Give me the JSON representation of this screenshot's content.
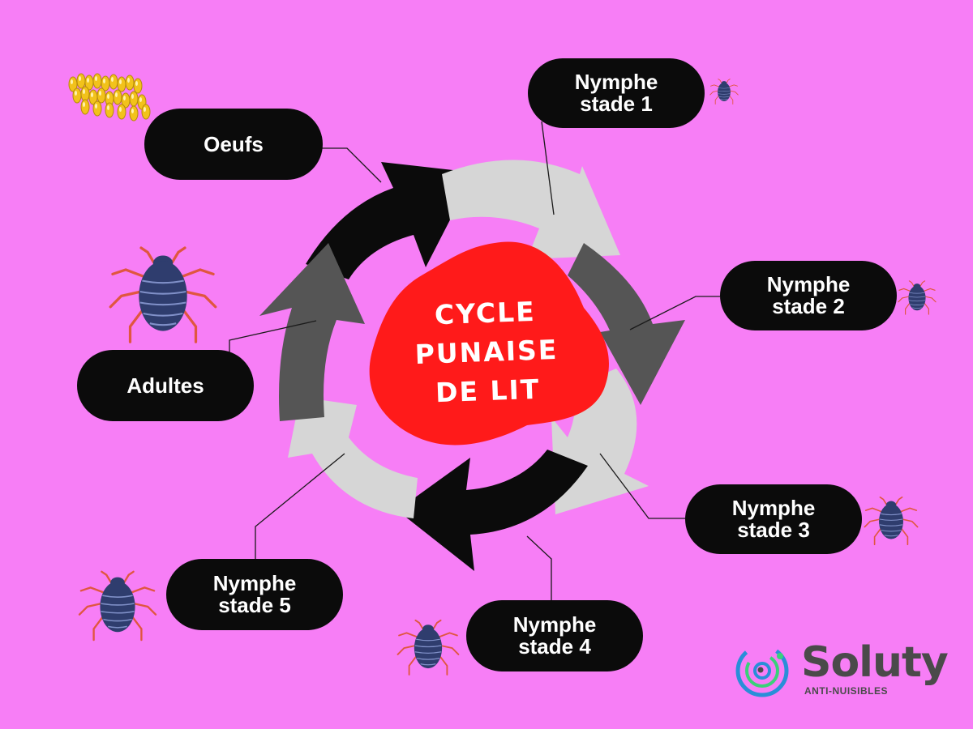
{
  "title": {
    "line1": "CYCLE",
    "line2": "PUNAISE",
    "line3": "DE LIT"
  },
  "stages": {
    "oeufs": {
      "label": "Oeufs"
    },
    "nymphe1": {
      "line1": "Nymphe",
      "line2": "stade 1"
    },
    "nymphe2": {
      "line1": "Nymphe",
      "line2": "stade 2"
    },
    "nymphe3": {
      "line1": "Nymphe",
      "line2": "stade 3"
    },
    "nymphe4": {
      "line1": "Nymphe",
      "line2": "stade 4"
    },
    "nymphe5": {
      "line1": "Nymphe",
      "line2": "stade 5"
    },
    "adultes": {
      "label": "Adultes"
    }
  },
  "logo": {
    "name": "Soluty",
    "tagline": "ANTI-NUISIBLES"
  },
  "colors": {
    "background": "#f77ef6",
    "pill": "#0b0b0b",
    "blob": "#ff1a1a",
    "bug_body": "#2f3d6e",
    "bug_legs": "#e0563f",
    "egg": "#f2c21b",
    "arrow_dark": "#0b0b0b",
    "arrow_mid": "#555555",
    "arrow_light": "#d6d6d6"
  }
}
